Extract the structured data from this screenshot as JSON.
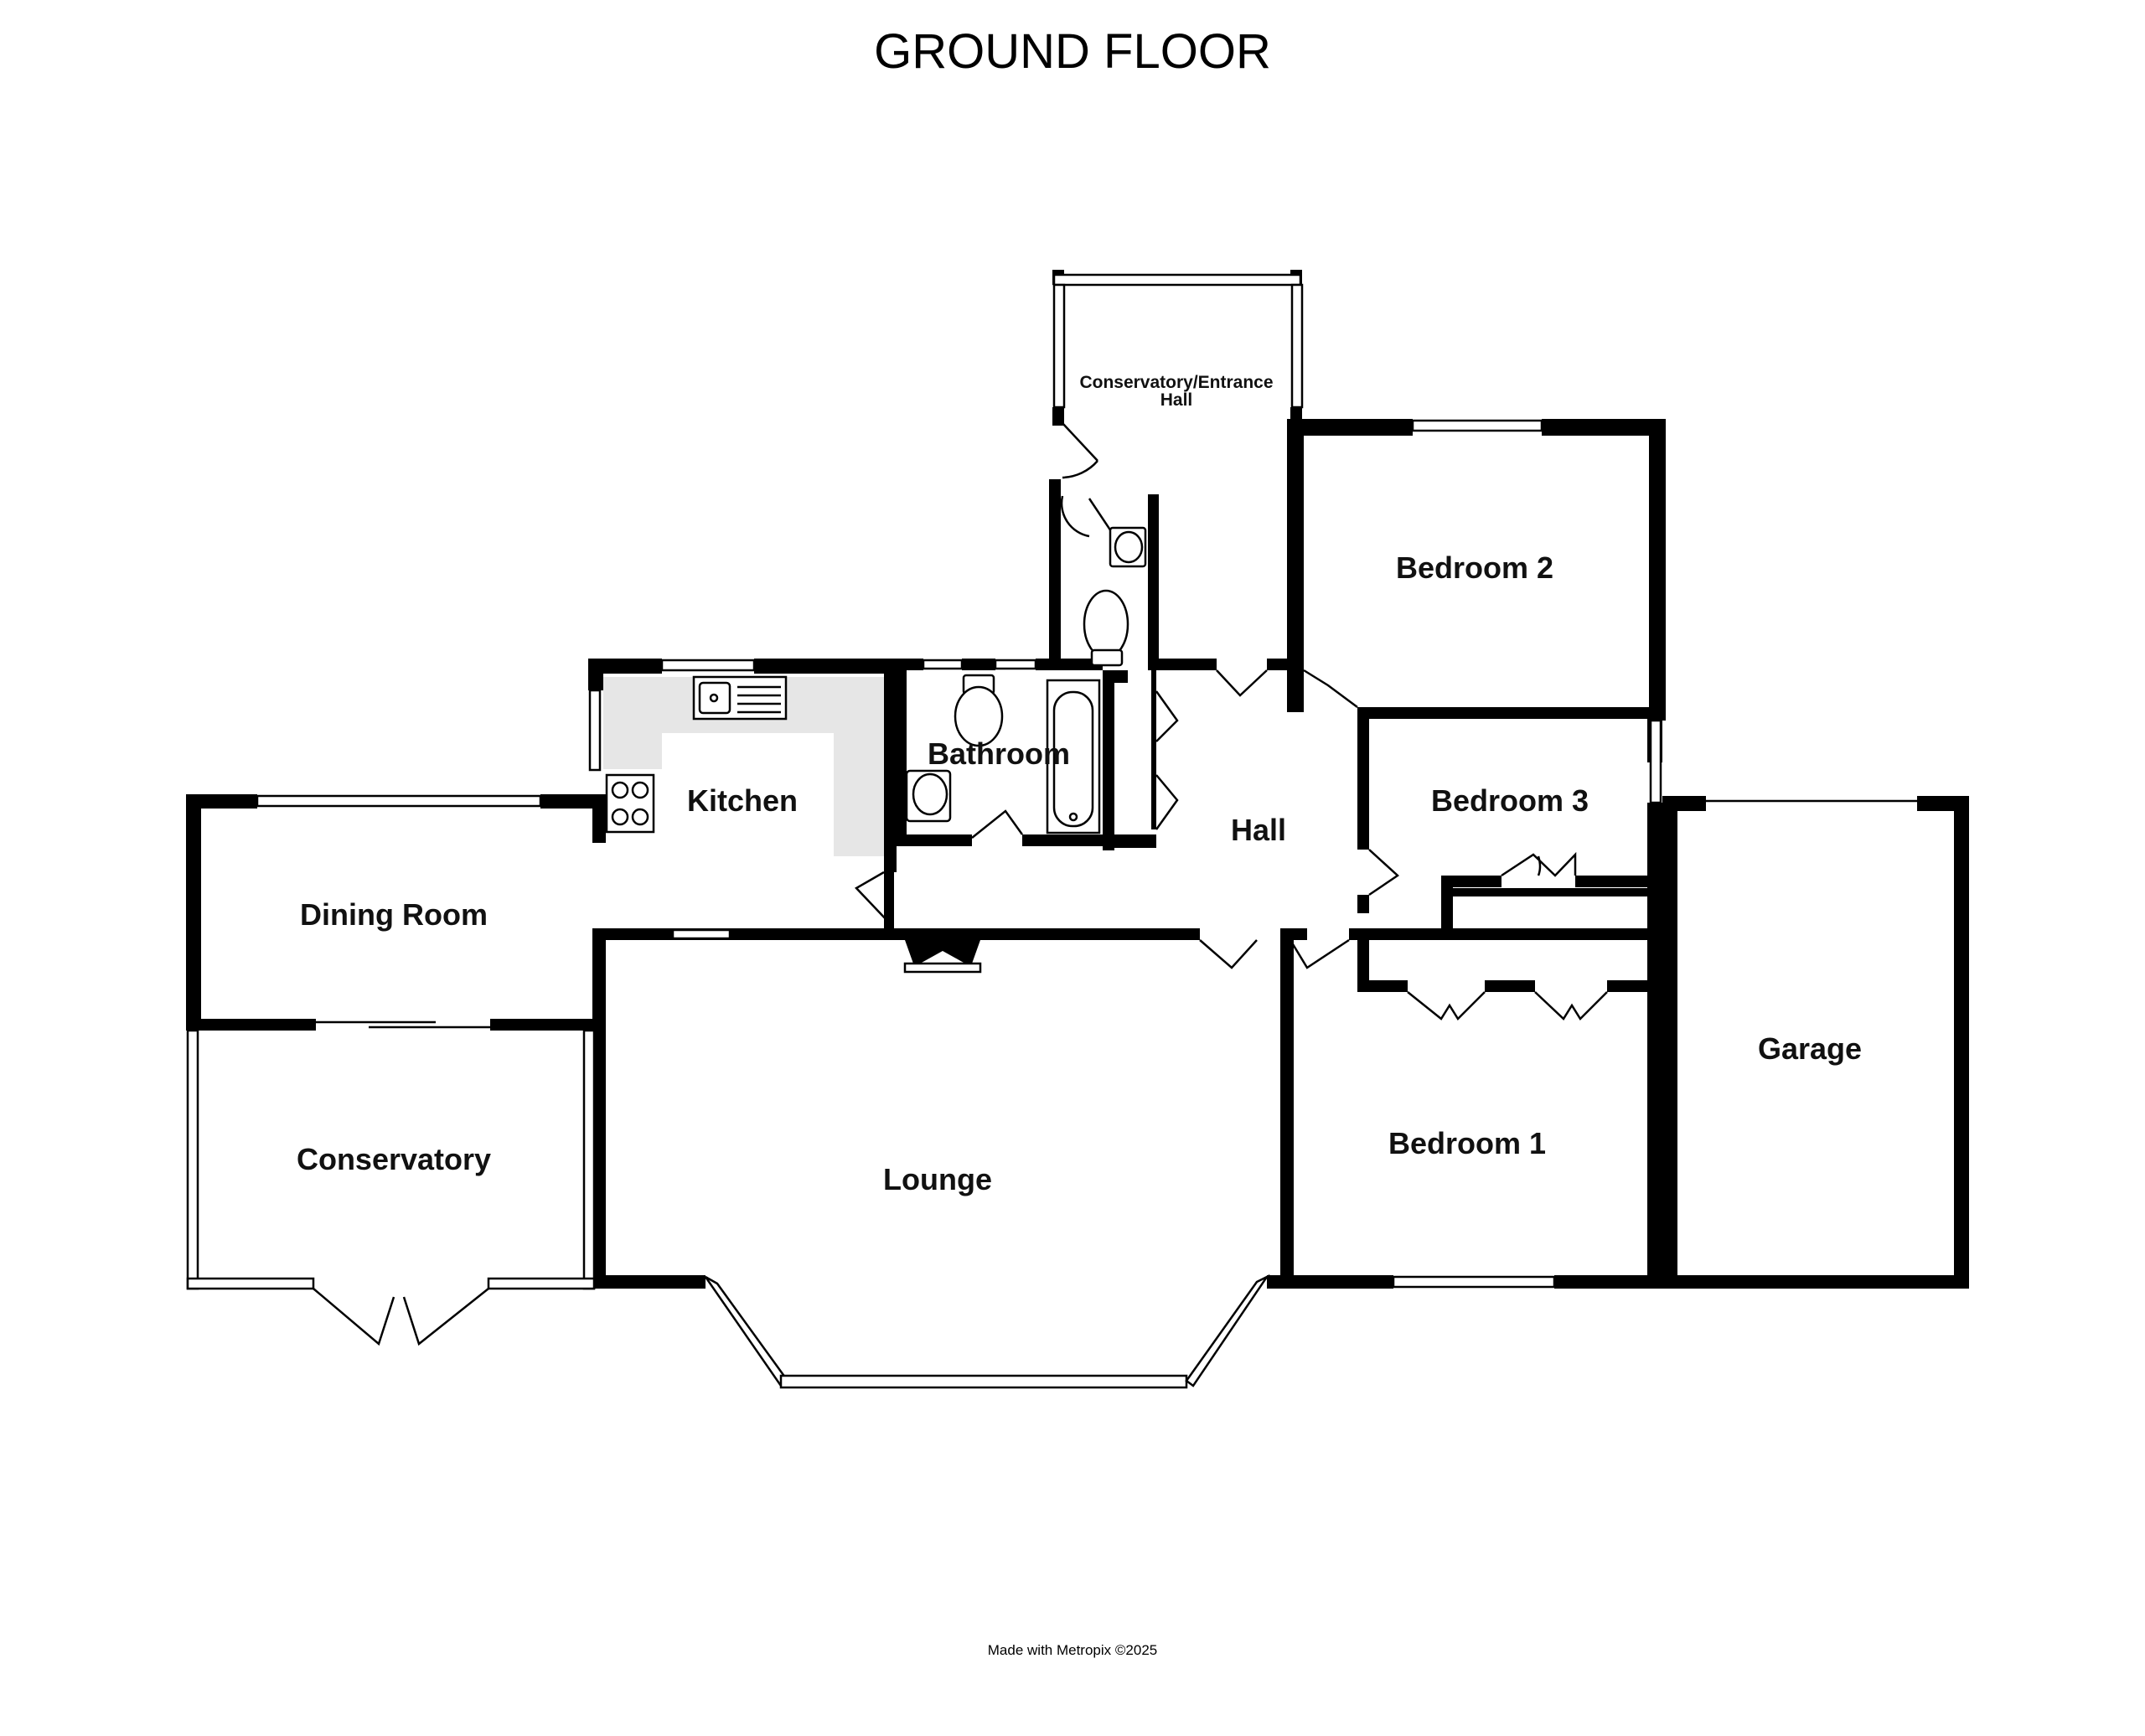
{
  "title": "GROUND FLOOR",
  "credit": "Made with Metropix ©2025",
  "colors": {
    "wall": "#000000",
    "kitchen_counter": "#e6e6e6",
    "background": "#ffffff"
  },
  "rooms": {
    "conservatory_entrance": {
      "line1": "Conservatory/Entrance",
      "line2": "Hall"
    },
    "bedroom_2": "Bedroom 2",
    "bedroom_3": "Bedroom 3",
    "bedroom_1": "Bedroom 1",
    "kitchen": "Kitchen",
    "bathroom": "Bathroom",
    "hall": "Hall",
    "dining_room": "Dining Room",
    "conservatory": "Conservatory",
    "lounge": "Lounge",
    "garage": "Garage"
  }
}
